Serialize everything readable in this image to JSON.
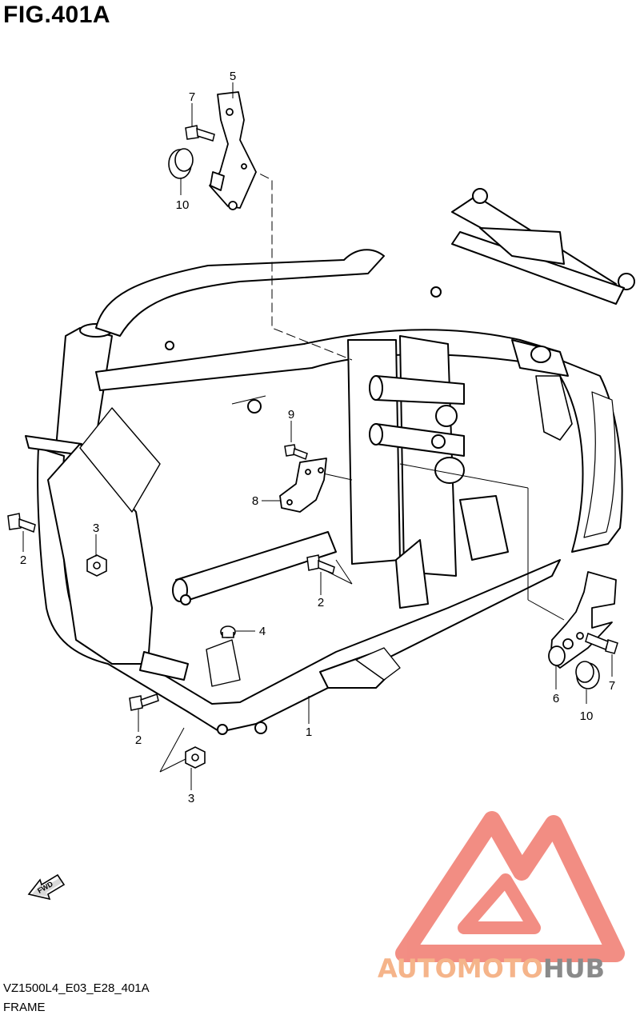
{
  "figure": {
    "title": "FIG.401A",
    "model_code": "VZ1500L4_E03_E28_401A",
    "section_name": "FRAME",
    "fwd_label": "FWD"
  },
  "callouts": {
    "c1": "1",
    "c2a": "2",
    "c2b": "2",
    "c2c": "2",
    "c3a": "3",
    "c3b": "3",
    "c4": "4",
    "c5": "5",
    "c6": "6",
    "c7a": "7",
    "c7b": "7",
    "c8": "8",
    "c9": "9",
    "c10a": "10",
    "c10b": "10"
  },
  "watermark": {
    "part1": "AUTOMOTO",
    "part2": "HUB",
    "colors": {
      "triangle": "#f07a6e",
      "part1": "#f5b48a",
      "part2": "#8a8a8a"
    }
  }
}
